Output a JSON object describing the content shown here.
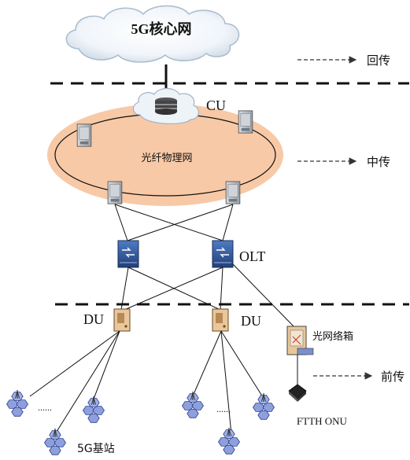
{
  "core_network": {
    "label": "5G核心网"
  },
  "cu": {
    "label": "CU"
  },
  "fiber_ring": {
    "label": "光纤物理网"
  },
  "olt": {
    "label": "OLT"
  },
  "du_left": {
    "label": "DU"
  },
  "du_right": {
    "label": "DU"
  },
  "fiber_box": {
    "label": "光网络箱"
  },
  "ftth": {
    "label": "FTTH ONU"
  },
  "base_station": {
    "label": "5G基站"
  },
  "ellipsis": {
    "left": "......",
    "right": "......"
  },
  "layers": {
    "backhaul": "回传",
    "midhaul": "中传",
    "fronthaul": "前传"
  },
  "colors": {
    "ring_fill": "#f7c9a6",
    "switch_blue": "#2f5aa0",
    "du_tan": "#e9c79a",
    "cell_blue": "#7b8fd0",
    "cloud_edge": "#9fb3c8"
  }
}
